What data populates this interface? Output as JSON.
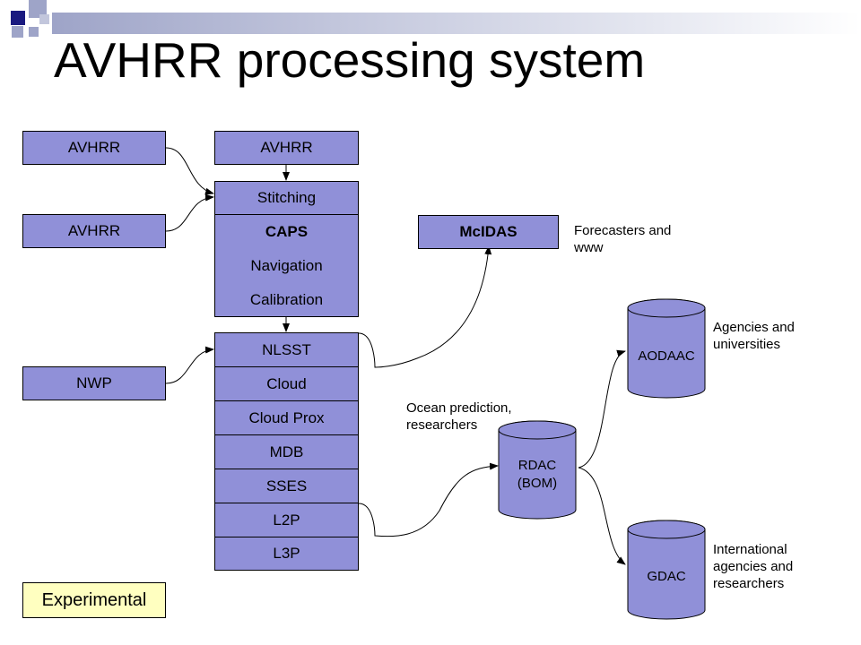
{
  "title": "AVHRR processing system",
  "inputs": {
    "avhrr_top_left": "AVHRR",
    "avhrr_top_center": "AVHRR",
    "avhrr_mid_left": "AVHRR",
    "nwp": "NWP"
  },
  "caps_stack": [
    "Stitching",
    "CAPS",
    "Navigation",
    "Calibration"
  ],
  "processing_stack": [
    "NLSST",
    "Cloud",
    "Cloud Prox",
    "MDB",
    "SSES",
    "L2P",
    "L3P"
  ],
  "mcidas": "McIDAS",
  "databases": {
    "aodaac": "AODAAC",
    "rdac_line1": "RDAC",
    "rdac_line2": "(BOM)",
    "gdac": "GDAC"
  },
  "annotations": {
    "forecasters": [
      "Forecasters and",
      "www"
    ],
    "agencies": [
      "Agencies and",
      "universities"
    ],
    "ocean": [
      "Ocean prediction,",
      "researchers"
    ],
    "international": [
      "International",
      "agencies and",
      "researchers"
    ]
  },
  "experimental": "Experimental",
  "colors": {
    "box_fill": "#9090d8",
    "experimental_fill": "#ffffc0",
    "header_square_dark": "#1a1a80",
    "header_square_light": "#9ea4c8"
  }
}
